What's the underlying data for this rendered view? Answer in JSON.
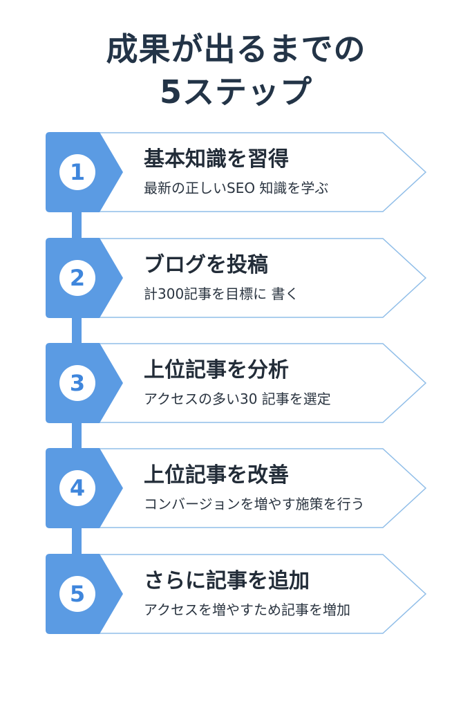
{
  "title": {
    "line1": "成果が出るまでの",
    "line2": "5ステップ"
  },
  "colors": {
    "accent": "#5b9be3",
    "title": "#233447",
    "number": "#3f86dc",
    "outline": "#8fbde8"
  },
  "steps": [
    {
      "number": "1",
      "title": "基本知識を習得",
      "subtitle": "最新の正しいSEO 知識を学ぶ"
    },
    {
      "number": "2",
      "title": "ブログを投稿",
      "subtitle": "計300記事を目標に 書く"
    },
    {
      "number": "3",
      "title": "上位記事を分析",
      "subtitle": "アクセスの多い30 記事を選定"
    },
    {
      "number": "4",
      "title": "上位記事を改善",
      "subtitle": "コンバージョンを増やす施策を行う"
    },
    {
      "number": "5",
      "title": "さらに記事を追加",
      "subtitle": "アクセスを増やすため記事を増加"
    }
  ]
}
